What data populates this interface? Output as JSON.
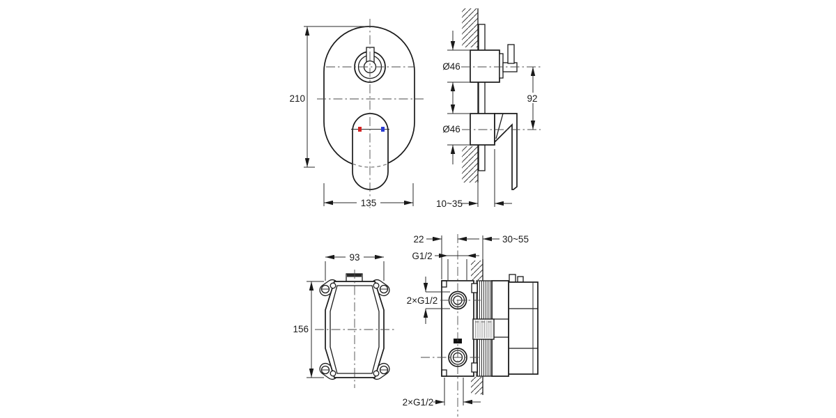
{
  "drawing": {
    "front": {
      "dim_height": "210",
      "dim_width": "135",
      "hot_color": "#d42020",
      "cold_color": "#2a3bd4"
    },
    "side": {
      "dim_knob_diameter": "Ø46",
      "dim_handle_diameter": "Ø46",
      "dim_center_distance": "92",
      "dim_wall_gap": "10~35"
    },
    "back": {
      "dim_width": "93",
      "dim_height": "156"
    },
    "section": {
      "dim_port_offset": "22",
      "dim_install_depth": "30~55",
      "dim_top_thread": "G1/2",
      "dim_front_threads": "2×G1/2",
      "dim_bottom_threads": "2×G1/2"
    },
    "line_color": "#1a1a1a"
  }
}
